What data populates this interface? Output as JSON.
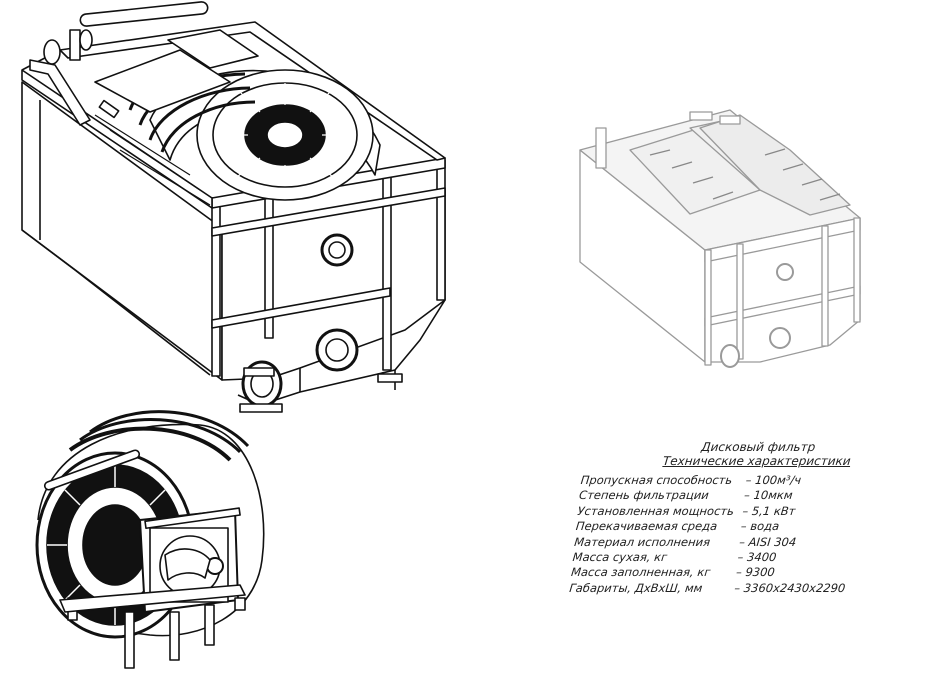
{
  "spec": {
    "title": "Дисковый фильтр",
    "subtitle": "Технические характеристики",
    "rows": [
      {
        "label": "Пропускная способность",
        "value": "– 100м³/ч"
      },
      {
        "label": "Степень фильтрации",
        "value": "– 10мкм"
      },
      {
        "label": "Установленная мощность",
        "value": "– 5,1 кВт"
      },
      {
        "label": "Перекачиваемая среда",
        "value": "– вода"
      },
      {
        "label": "Материал исполнения",
        "value": "– AISI 304"
      },
      {
        "label": "Масса сухая, кг",
        "value": "– 3400"
      },
      {
        "label": "Масса заполненная, кг",
        "value": "– 9300"
      },
      {
        "label": "Габариты, ДхВхШ, мм",
        "value": "– 3360х2430х2290"
      }
    ]
  },
  "drawings": [
    {
      "name": "open-frame-disc-filter-isometric"
    },
    {
      "name": "closed-cover-disc-filter-isometric"
    },
    {
      "name": "disc-drum-assembly-isometric"
    }
  ]
}
